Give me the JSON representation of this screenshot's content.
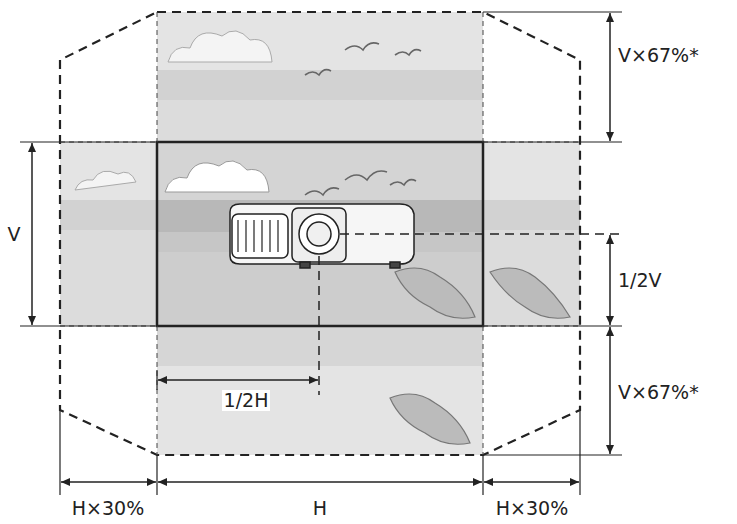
{
  "diagram": {
    "labels": [
      "V×67%*",
      "V",
      "1/2V",
      "V×67%*",
      "1/2H",
      "H×30%",
      "H",
      "H×30%"
    ]
  }
}
